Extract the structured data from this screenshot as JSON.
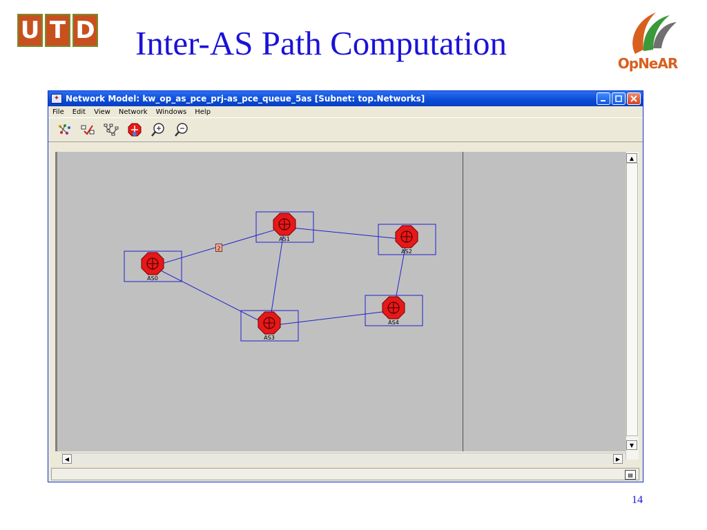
{
  "slide": {
    "title": "Inter-AS Path Computation",
    "page_number": "14",
    "utd_logo": [
      "U",
      "T",
      "D"
    ],
    "opnear_logo": "OpNeAR"
  },
  "window": {
    "title": "Network Model: kw_op_as_pce_prj-as_pce_queue_5as  [Subnet: top.Networks]",
    "menu": [
      {
        "label": "File"
      },
      {
        "label": "Edit"
      },
      {
        "label": "View"
      },
      {
        "label": "Network"
      },
      {
        "label": "Windows"
      },
      {
        "label": "Help"
      }
    ],
    "toolbar_icons": [
      "object-palette-icon",
      "verify-links-icon",
      "rapid-config-icon",
      "failure-recovery-icon",
      "zoom-in-icon",
      "zoom-out-icon"
    ]
  },
  "network": {
    "nodes": [
      {
        "id": "AS0",
        "label": "AS0"
      },
      {
        "id": "AS1",
        "label": "AS1"
      },
      {
        "id": "AS2",
        "label": "AS2"
      },
      {
        "id": "AS3",
        "label": "AS3"
      },
      {
        "id": "AS4",
        "label": "AS4"
      }
    ],
    "links": [
      {
        "from": "AS0",
        "to": "AS1"
      },
      {
        "from": "AS1",
        "to": "AS2"
      },
      {
        "from": "AS1",
        "to": "AS3"
      },
      {
        "from": "AS0",
        "to": "AS3"
      },
      {
        "from": "AS3",
        "to": "AS4"
      },
      {
        "from": "AS2",
        "to": "AS4"
      }
    ],
    "link_marker": "2",
    "colors": {
      "node": "#e81818",
      "link": "#2020d0",
      "box": "#2020d0",
      "canvas": "#c0c0c0"
    }
  }
}
